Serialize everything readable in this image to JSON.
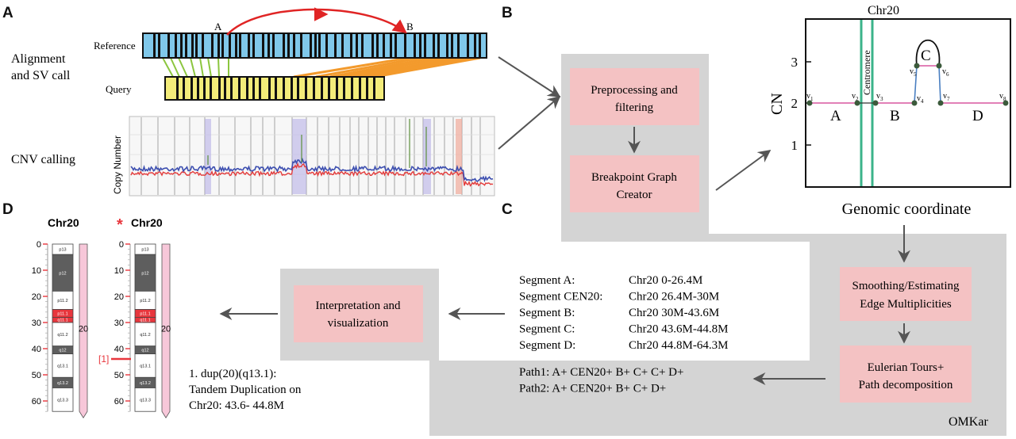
{
  "panels": {
    "a": "A",
    "b": "B",
    "c": "C",
    "d": "D"
  },
  "panel_a": {
    "row1_label_line1": "Alignment",
    "row1_label_line2": "and SV call",
    "row2_label": "CNV calling",
    "reference_label": "Reference",
    "query_label": "Query",
    "point_a": "A",
    "point_b": "B",
    "cn_axis_label": "Copy Number"
  },
  "pipeline": {
    "preprocess_line1": "Preprocessing and",
    "preprocess_line2": "filtering",
    "bpgraph_line1": "Breakpoint Graph",
    "bpgraph_line2": "Creator",
    "smoothing_line1": "Smoothing/Estimating",
    "smoothing_line2": "Edge Multiplicities",
    "euler_line1": "Eulerian Tours+",
    "euler_line2": "Path decomposition",
    "interp_line1": "Interpretation and",
    "interp_line2": "visualization",
    "tool_name": "OMKar"
  },
  "graph": {
    "title": "Chr20",
    "ylabel": "CN",
    "xlabel": "Genomic coordinate",
    "yticks": [
      "1",
      "2",
      "3"
    ],
    "centromere": "Centromere",
    "seg_a": "A",
    "seg_b": "B",
    "seg_c": "C",
    "seg_d": "D",
    "vertex_labels": [
      "v",
      "v",
      "v",
      "v",
      "v",
      "v",
      "v",
      "v"
    ],
    "vertex_subs": [
      "1",
      "2",
      "3",
      "4",
      "5",
      "6",
      "7",
      "8"
    ]
  },
  "segments": [
    {
      "name": "Segment A:",
      "range": "Chr20 0-26.4M"
    },
    {
      "name": "Segment CEN20:",
      "range": "Chr20 26.4M-30M"
    },
    {
      "name": "Segment B:",
      "range": "Chr20 30M-43.6M"
    },
    {
      "name": "Segment C:",
      "range": "Chr20 43.6M-44.8M"
    },
    {
      "name": "Segment D:",
      "range": "Chr20 44.8M-64.3M"
    }
  ],
  "paths": [
    "Path1: A+ CEN20+ B+ C+ C+ D+",
    "Path2: A+ CEN20+ B+ C+ D+"
  ],
  "karyotype": {
    "left_title": "Chr20",
    "right_title": "Chr20",
    "star": "*",
    "ticks": [
      "0",
      "10",
      "20",
      "30",
      "40",
      "50",
      "60"
    ],
    "bands": [
      "p13",
      "p12",
      "p11.2",
      "p11.1",
      "q11.1",
      "q11.2",
      "q12",
      "q13.1",
      "q13.2",
      "q13.3"
    ],
    "chrom_number": "20",
    "annotation_marker": "[1]",
    "event_line1": "1. dup(20)(q13.1):",
    "event_line2": "Tandem Duplication on",
    "event_line3": "Chr20: 43.6- 44.8M"
  },
  "colors": {
    "box_fill": "#f4c2c3",
    "backdrop": "#d4d4d4",
    "reference": "#80c8ea",
    "query": "#f3ec7a",
    "arrow_red": "#e02424",
    "green_link": "#8cc63f",
    "orange_link": "#f39a2c",
    "pink_edge": "#d9569f",
    "blue_edge": "#4a7fc1",
    "centromere": "#3bb38a",
    "band_dark": "#5e5e5e",
    "band_red": "#e8363d",
    "chrom_pink": "#f7c7d9"
  }
}
